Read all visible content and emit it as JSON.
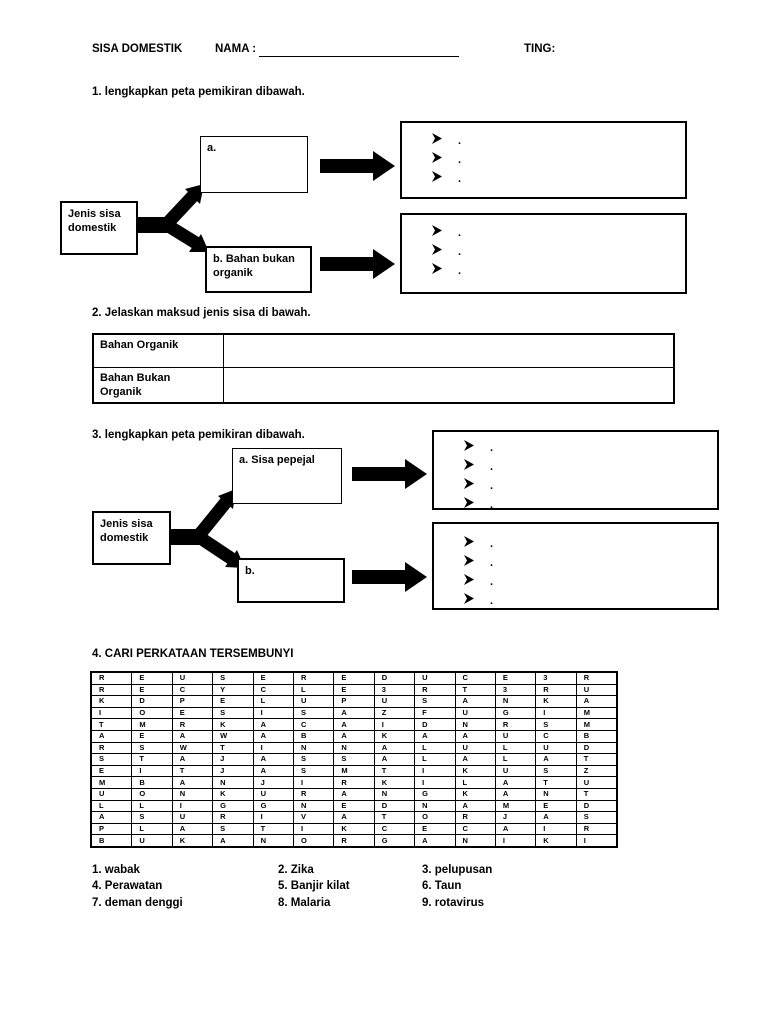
{
  "header": {
    "title": "SISA DOMESTIK",
    "name_label": "NAMA :",
    "ting_label": "TING:"
  },
  "q1": {
    "title": "1. lengkapkan peta pemikiran dibawah.",
    "root_label": "Jenis sisa domestik",
    "branch_a_label": "a.",
    "branch_b_label": "b. Bahan bukan organik",
    "answer_boxes": [
      {
        "bullets": [
          ".",
          ".",
          "."
        ]
      },
      {
        "bullets": [
          ".",
          ".",
          "."
        ]
      }
    ]
  },
  "q2": {
    "title": "2. Jelaskan maksud jenis sisa di bawah.",
    "rows": [
      {
        "label": "Bahan Organik",
        "value": ""
      },
      {
        "label": "Bahan Bukan Organik",
        "value": ""
      }
    ]
  },
  "q3": {
    "title": "3. lengkapkan peta pemikiran dibawah.",
    "root_label": "Jenis sisa domestik",
    "branch_a_label": "a. Sisa pepejal",
    "branch_b_label": "b.",
    "answer_boxes": [
      {
        "bullets": [
          ".",
          ".",
          ".",
          "."
        ]
      },
      {
        "bullets": [
          ".",
          ".",
          ".",
          "."
        ]
      }
    ]
  },
  "q4": {
    "title": "4. CARI PERKATAAN TERSEMBUNYI",
    "word_search_rows": [
      "REUSEREDUCE3R",
      "RECYCLE3RT3RU",
      "KDPELUPUSANKA",
      "IOESISAZFUGIM",
      "TMRKACAIDNRSM",
      "AEAWABAKAAUCB",
      "RSWTINNALULUD",
      "STAJASSALALAT",
      "EITJASMTIKUSZ",
      "MBANJIRKILATU",
      "UONKURANGKANT",
      "LLIGGNEDNAMED",
      "ASURIVATORJAS",
      "PLASTIKCECAIR",
      "BUKANORGANIKI"
    ],
    "word_list": [
      [
        "1. wabak",
        "2. Zika",
        "3. pelupusan"
      ],
      [
        "4. Perawatan",
        "5. Banjir kilat",
        "6. Taun"
      ],
      [
        "7. deman denggi",
        "8. Malaria",
        "9. rotavirus"
      ]
    ]
  }
}
